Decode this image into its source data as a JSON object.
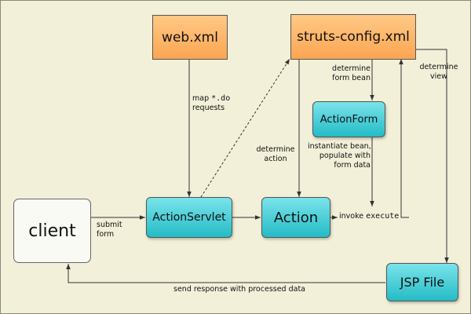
{
  "nodes": {
    "web_xml": "web.xml",
    "struts_config": "struts-config.xml",
    "action_form": "ActionForm",
    "action_servlet": "ActionServlet",
    "action": "Action",
    "client": "client",
    "jsp_file": "JSP File"
  },
  "labels": {
    "map_prefix": "map",
    "map_pattern": "*.do",
    "map_suffix": "requests",
    "determine_form_bean_1": "determine",
    "determine_form_bean_2": "form bean",
    "determine_view_1": "determine",
    "determine_view_2": "view",
    "determine_action_1": "determine",
    "determine_action_2": "action",
    "instantiate_1": "instantiate bean,",
    "instantiate_2": "populate with",
    "instantiate_3": "form data",
    "submit_1": "submit",
    "submit_2": "form",
    "invoke_prefix": "invoke",
    "invoke_method": "execute",
    "send_response": "send response with processed data"
  },
  "colors": {
    "background": "#f2f0d9",
    "config_fill": "#fba552",
    "component_fill": "#24bcc6",
    "client_fill": "#fafaf4",
    "line": "#333333"
  }
}
